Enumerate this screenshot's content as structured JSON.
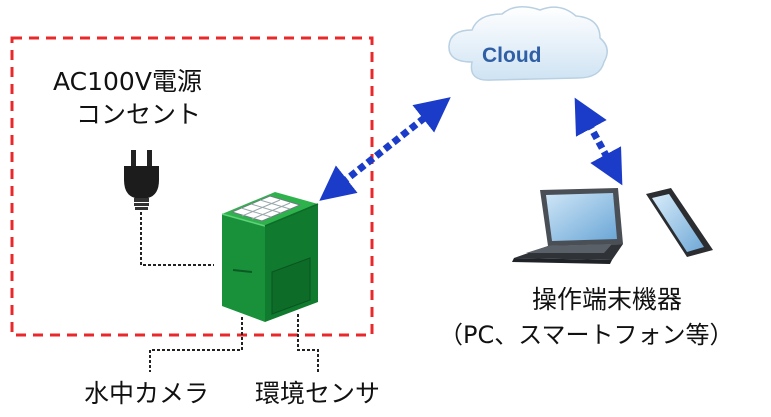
{
  "labels": {
    "power_line1": "AC100V電源",
    "power_line2": "コンセント",
    "cloud": "Cloud",
    "terminal_line1": "操作端末機器",
    "terminal_line2": "（PC、スマートフォン等）",
    "camera": "水中カメラ",
    "sensor": "環境センサ"
  },
  "colors": {
    "boundary": "#e8282a",
    "arrow": "#1a3cc8",
    "device": "#1f9a3c",
    "cloud_text": "#2f5fa5"
  },
  "icons": [
    "power-plug-icon",
    "cloud-icon",
    "laptop-icon",
    "smartphone-icon",
    "green-device-icon",
    "solar-panel-icon"
  ]
}
